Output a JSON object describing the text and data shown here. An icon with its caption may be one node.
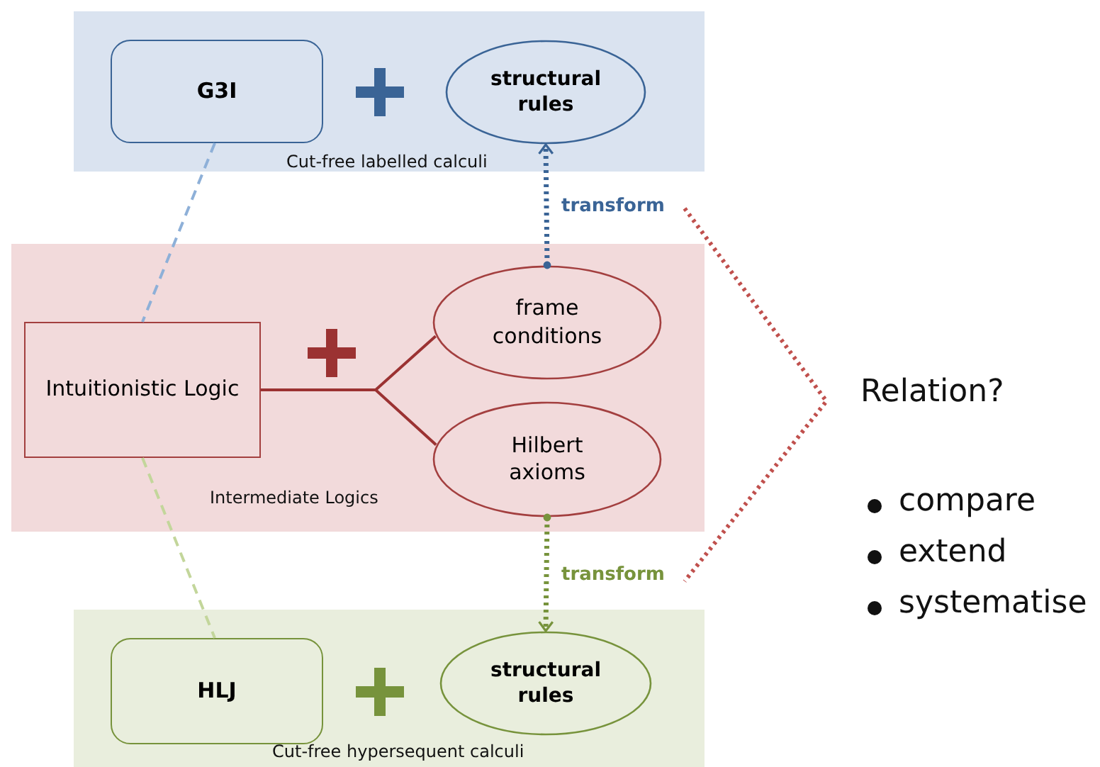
{
  "diagram": {
    "nodes": [
      {
        "text": [
          "Cut-free labelled calculi"
        ]
      },
      {
        "text": [
          "G3I"
        ],
        "in": 0
      },
      {
        "text": [
          "structural rules"
        ],
        "in": 0
      },
      {
        "text": [
          "Intermediate Logics"
        ]
      },
      {
        "text": [
          "Intuitionistic Logic"
        ],
        "in": 3
      },
      {
        "text": [
          "frame conditions"
        ],
        "in": 3
      },
      {
        "text": [
          "Hilbert axioms"
        ],
        "in": 3
      },
      {
        "text": [
          "Cut-free hypersequent calculi"
        ]
      },
      {
        "text": [
          "HLJ"
        ],
        "in": 7
      },
      {
        "text": [
          "structural rules"
        ],
        "in": 7
      }
    ],
    "edges": [
      {
        "from": 1,
        "to": 4,
        "arrow": "none",
        "style": "dashed",
        "color": "#8eb0d8"
      },
      {
        "from": 4,
        "to": 8,
        "arrow": "none",
        "style": "dashed",
        "color": "#c3d69b"
      },
      {
        "from": 4,
        "to": 5,
        "arrow": "none",
        "color": "#9b3232"
      },
      {
        "from": 4,
        "to": 6,
        "arrow": "none",
        "color": "#9b3232"
      },
      {
        "from": 5,
        "to": 2,
        "arrow": "to",
        "label": "transform",
        "style": "dashed",
        "color": "#3a6496"
      },
      {
        "from": 6,
        "to": 9,
        "arrow": "to",
        "label": "transform",
        "style": "dashed",
        "color": "#77933c"
      }
    ],
    "labels": [
      "Relation?",
      "compare",
      "extend",
      "systematise"
    ]
  }
}
